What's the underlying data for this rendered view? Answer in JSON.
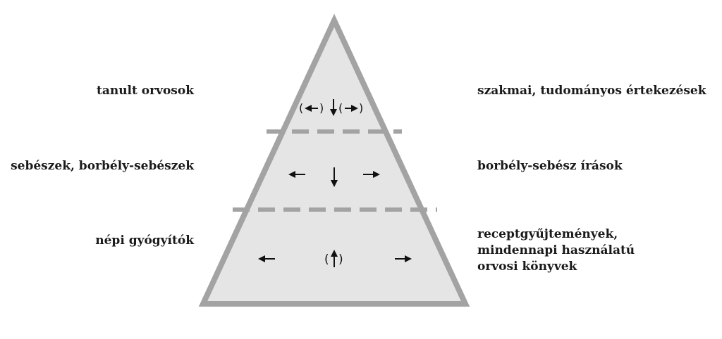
{
  "levels": [
    {
      "left_label": "tanult orvosok",
      "right_label": [
        "szakmai, tudományos értekezések"
      ]
    },
    {
      "left_label": "sebészek, borbély-sebészek",
      "right_label": [
        "borbély-sebész írások"
      ]
    },
    {
      "left_label": "népi gyógyítók",
      "right_label": [
        "receptgyűjtemények,",
        "mindennapi használatú",
        "orvosi könyvek"
      ]
    }
  ],
  "colors": {
    "fill": "#e5e5e5",
    "outline": "#a3a3a3",
    "text": "#1a1a1a"
  }
}
